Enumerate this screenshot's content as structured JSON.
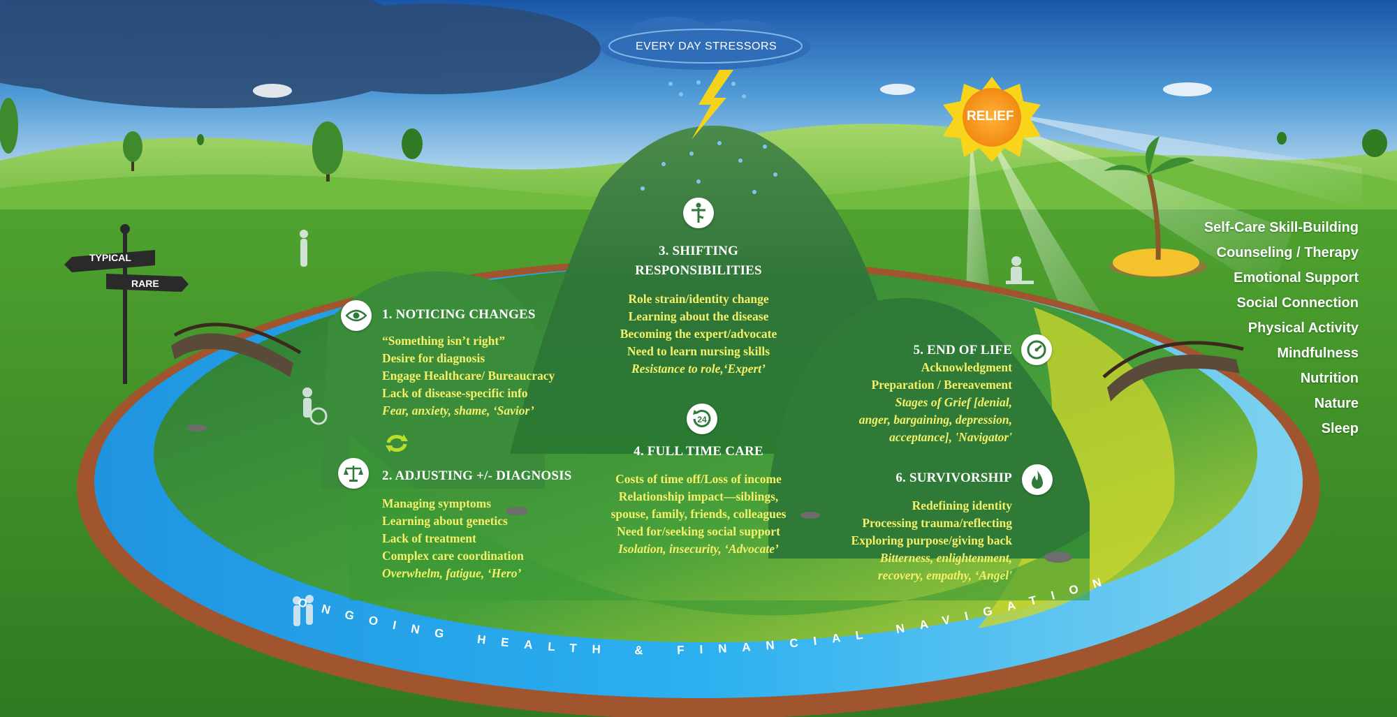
{
  "sky_label": "EVERY DAY STRESSORS",
  "relief_label": "RELIEF",
  "signpost": {
    "upper": "TYPICAL",
    "lower": "RARE"
  },
  "river_label": "ONGOING HEALTH & FINANCIAL NAVIGATION",
  "stages": [
    {
      "title": "1. NOTICING CHANGES",
      "icon": "eye-icon",
      "lines": [
        "“Something isn’t right”",
        "Desire for diagnosis",
        "Engage Healthcare/ Bureaucracy",
        "Lack of disease-specific info"
      ],
      "italic": "Fear, anxiety, shame, ‘Savior’"
    },
    {
      "title": "2. ADJUSTING +/- DIAGNOSIS",
      "icon": "scales-icon",
      "lines": [
        "Managing symptoms",
        "Learning about genetics",
        "Lack of treatment",
        "Complex care coordination"
      ],
      "italic": "Overwhelm, fatigue, ‘Hero’"
    },
    {
      "title_line1": "3. SHIFTING",
      "title_line2": "RESPONSIBILITIES",
      "icon": "balance-person-icon",
      "lines": [
        "Role strain/identity change",
        "Learning about the disease",
        "Becoming the expert/advocate",
        "Need to learn nursing skills"
      ],
      "italic": "Resistance to role,‘Expert’"
    },
    {
      "title": "4. FULL TIME CARE",
      "icon": "clock-24-icon",
      "lines": [
        "Costs of time off/Loss of income",
        "Relationship impact—siblings,",
        "spouse, family, friends, colleagues",
        "Need for/seeking social support"
      ],
      "italic": "Isolation, insecurity, ‘Advocate’"
    },
    {
      "title": "5. END OF LIFE",
      "icon": "gauge-icon",
      "lines": [
        "Acknowledgment",
        "Preparation / Bereavement"
      ],
      "italic_lines": [
        "Stages of Grief [denial,",
        "anger, bargaining, depression,",
        "acceptance], 'Navigator'"
      ]
    },
    {
      "title": "6. SURVIVORSHIP",
      "icon": "flame-icon",
      "lines": [
        "Redefining identity",
        "Processing trauma/reflecting",
        "Exploring purpose/giving back"
      ],
      "italic_lines": [
        "Bitterness, enlightenment,",
        "recovery, empathy, ‘Angel'"
      ]
    }
  ],
  "self_care": [
    "Self-Care Skill-Building",
    "Counseling / Therapy",
    "Emotional Support",
    "Social Connection",
    "Physical Activity",
    "Mindfulness",
    "Nutrition",
    "Nature",
    "Sleep"
  ],
  "colors": {
    "sky_top": "#1f5fb0",
    "sky_bottom": "#d9eef8",
    "grass": "#4a9a2c",
    "river": "#2aa6e8",
    "bank": "#a0552e",
    "mountain": "#2f7a3a",
    "accent_text": "#f4f06a",
    "sun": "#f7a21b"
  }
}
